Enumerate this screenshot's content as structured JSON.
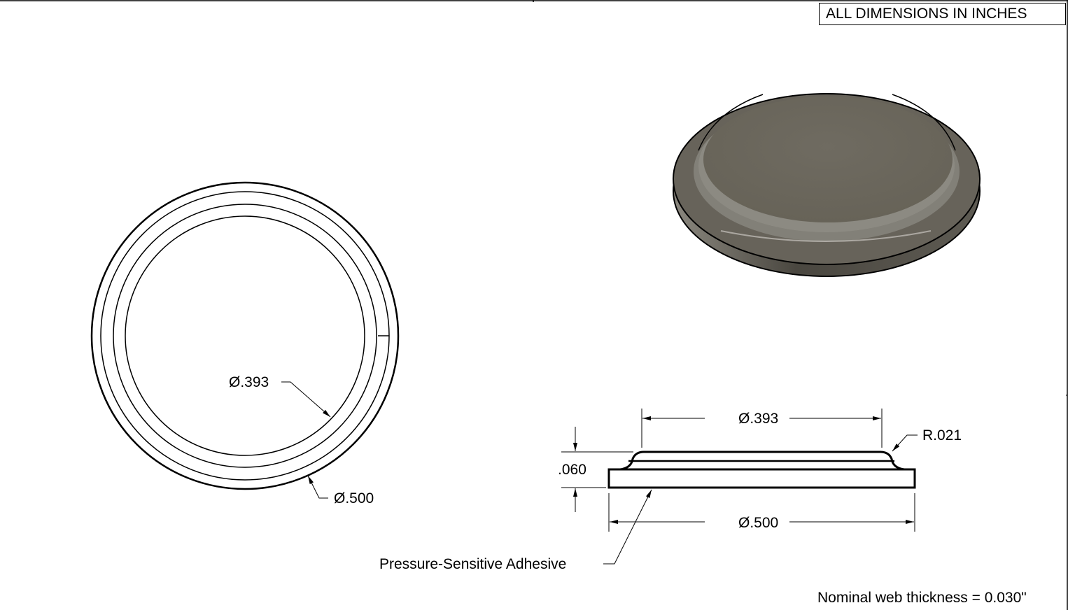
{
  "header": {
    "units_note": "ALL DIMENSIONS IN INCHES"
  },
  "top_view": {
    "inner_diameter_label": "Ø.393",
    "outer_diameter_label": "Ø.500"
  },
  "side_view": {
    "top_diameter_label": "Ø.393",
    "bottom_diameter_label": "Ø.500",
    "height_label": ".060",
    "radius_label": "R.021",
    "adhesive_label": "Pressure-Sensitive Adhesive"
  },
  "footer": {
    "thickness_note": "Nominal web thickness = 0.030\""
  },
  "colors": {
    "line": "#000000",
    "part_fill": "#6e6a60",
    "part_edge": "#4a4740"
  }
}
